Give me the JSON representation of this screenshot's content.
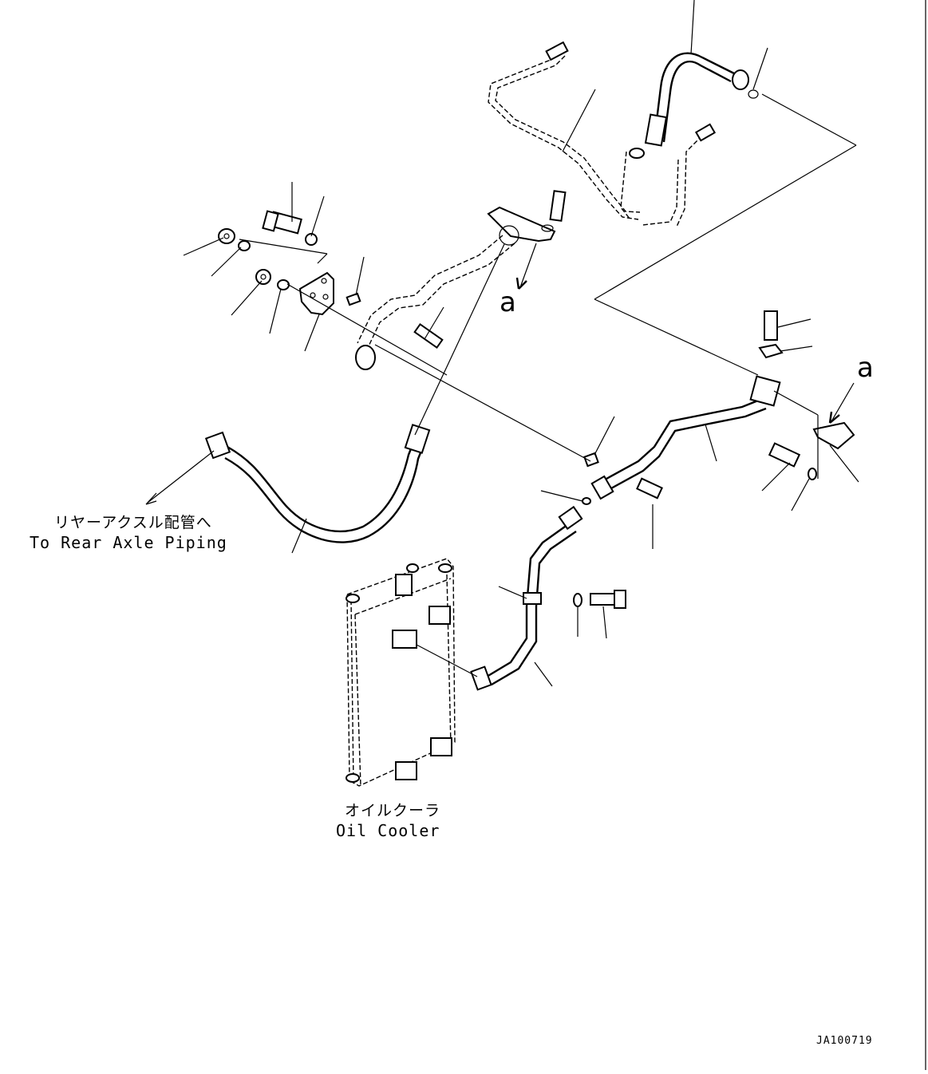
{
  "labels": {
    "rear_axle_jp": "リヤーアクスル配管へ",
    "rear_axle_en": "To Rear Axle Piping",
    "oil_cooler_jp": "オイルクーラ",
    "oil_cooler_en": "Oil Cooler",
    "view_a_top": "a",
    "view_a_right": "a",
    "drawing_code": "JA100719"
  }
}
